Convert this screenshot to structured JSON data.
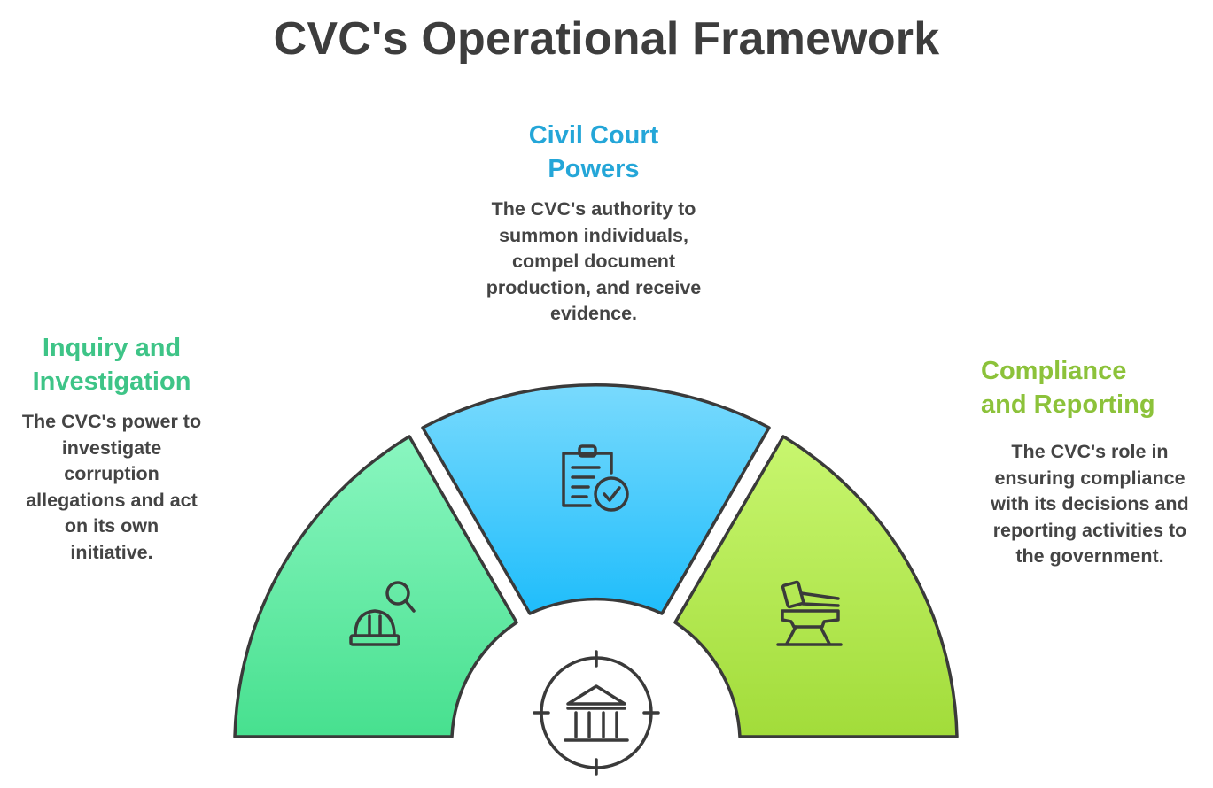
{
  "title": "CVC's Operational Framework",
  "colors": {
    "green_heading": "#3ec487",
    "blue_heading": "#24a6d8",
    "lime_heading": "#8cc23a",
    "outline": "#3a3a3a",
    "text": "#444444"
  },
  "segments": {
    "inquiry": {
      "heading": "Inquiry and Investigation",
      "heading_lines": [
        "Inquiry and",
        "Investigation"
      ],
      "description": "The CVC's power to investigate corruption allegations and act on its own initiative.",
      "desc_lines": [
        "The CVC's power to",
        "investigate",
        "corruption",
        "allegations and act",
        "on its own",
        "initiative."
      ],
      "icon": "hardhat-magnifier-icon"
    },
    "civil": {
      "heading": "Civil Court Powers",
      "heading_lines": [
        "Civil Court",
        "Powers"
      ],
      "description": "The CVC's authority to summon individuals, compel document production, and receive evidence.",
      "desc_lines": [
        "The CVC's authority to",
        "summon individuals,",
        "compel document",
        "production, and receive",
        "evidence."
      ],
      "icon": "clipboard-check-icon"
    },
    "compliance": {
      "heading": "Compliance and Reporting",
      "heading_lines": [
        "Compliance",
        "and Reporting"
      ],
      "description": "The CVC's role in ensuring compliance with its decisions and reporting activities to the government.",
      "desc_lines": [
        "The CVC's role in",
        "ensuring compliance",
        "with its decisions and",
        "reporting activities to",
        "the government."
      ],
      "icon": "anvil-hammer-icon"
    }
  },
  "center_icon": "government-building-target-icon"
}
